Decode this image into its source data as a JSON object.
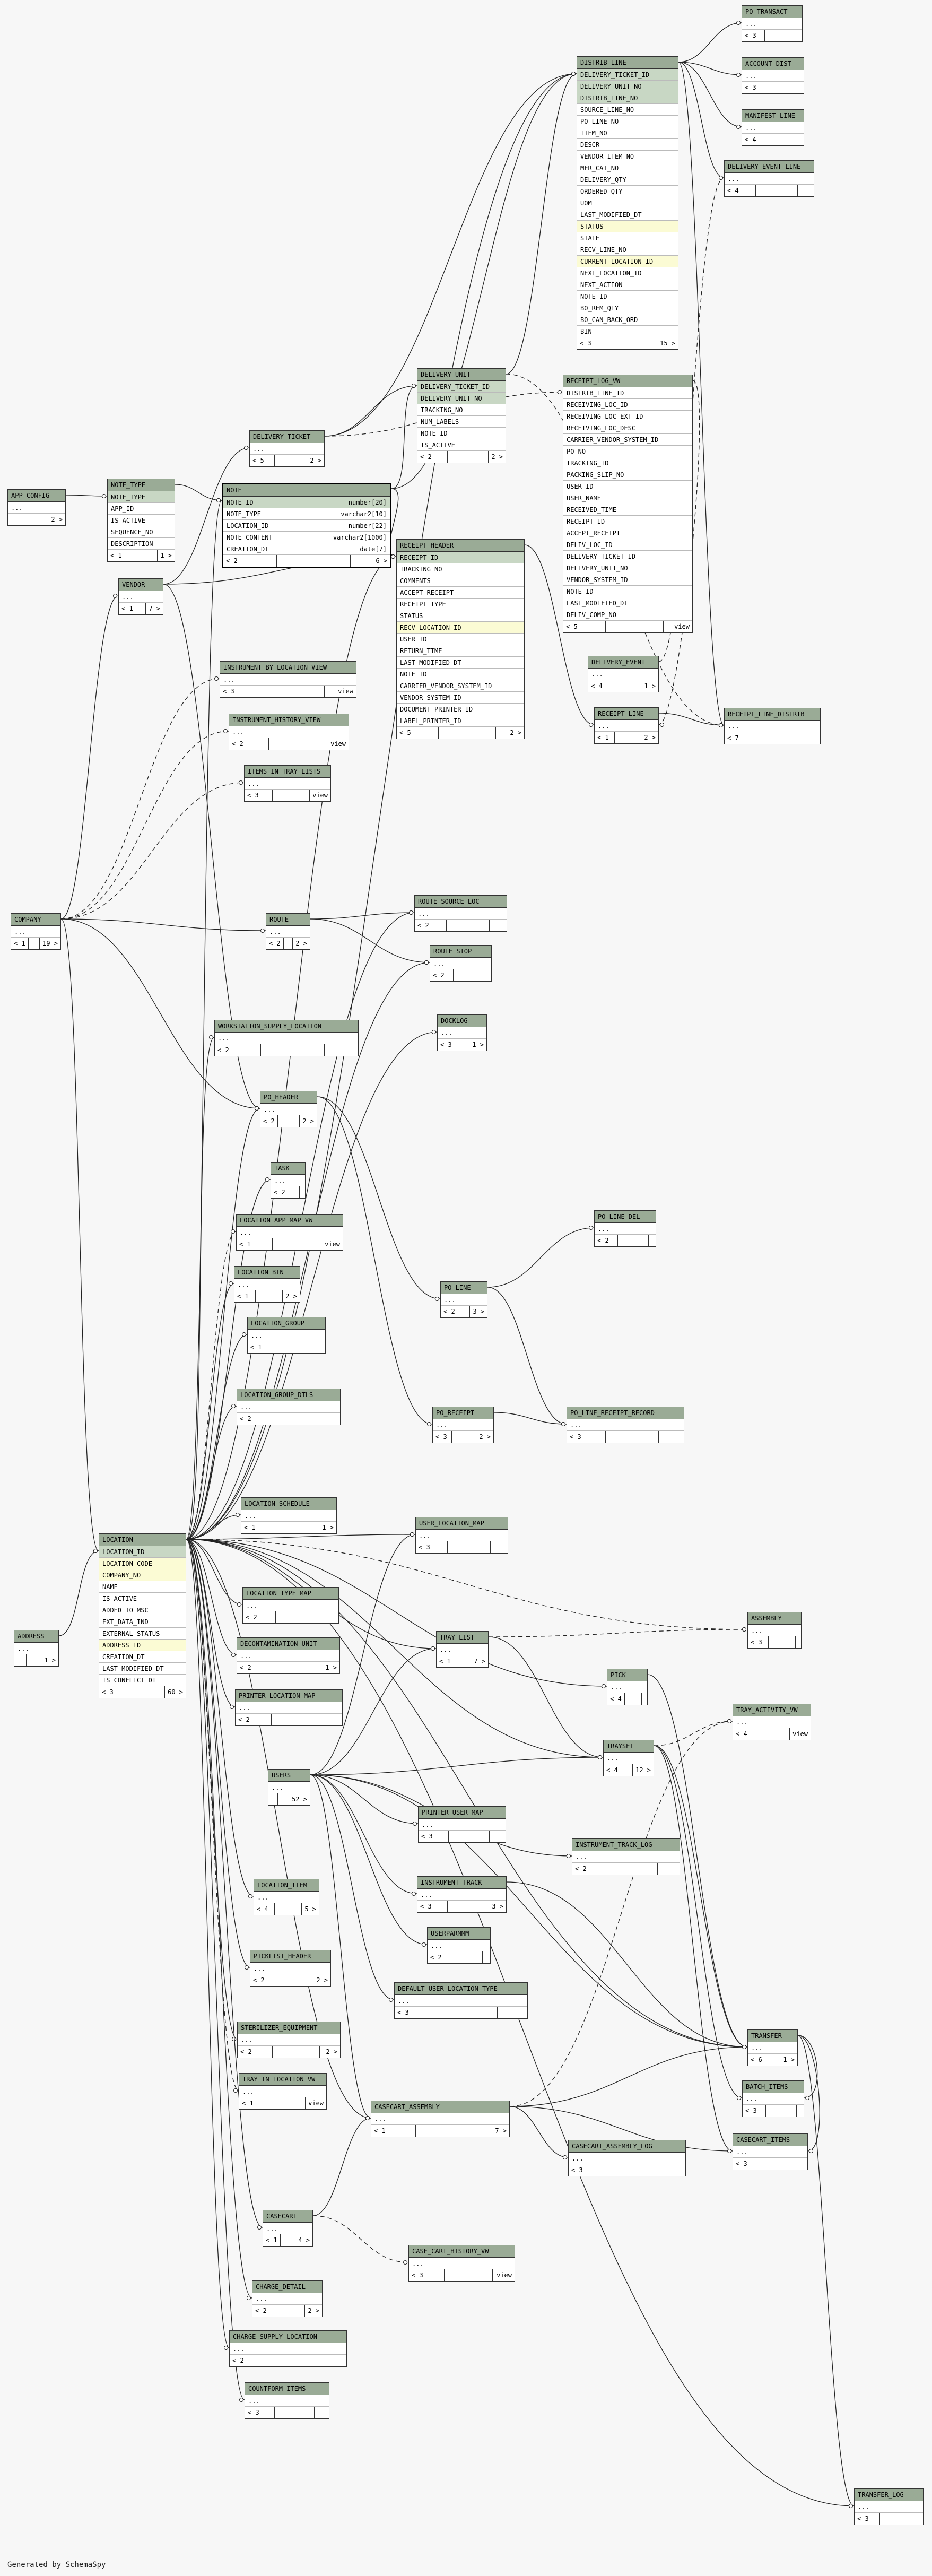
{
  "footer": "Generated by SchemaSpy",
  "tables": [
    {
      "id": "PO_TRANSACT",
      "cols": [
        "..."
      ],
      "footer": [
        "< 3",
        "",
        ""
      ]
    },
    {
      "id": "ACCOUNT_DIST",
      "cols": [
        "..."
      ],
      "footer": [
        "< 3",
        "",
        ""
      ]
    },
    {
      "id": "MANIFEST_LINE",
      "cols": [
        "..."
      ],
      "footer": [
        "< 4",
        "",
        ""
      ]
    },
    {
      "id": "DELIVERY_EVENT_LINE",
      "cols": [
        "..."
      ],
      "footer": [
        "< 4",
        "",
        ""
      ]
    },
    {
      "id": "DISTRIB_LINE",
      "cols": [
        "DELIVERY_TICKET_ID",
        "DELIVERY_UNIT_NO",
        "DISTRIB_LINE_NO",
        "SOURCE_LINE_NO",
        "PO_LINE_NO",
        "ITEM_NO",
        "DESCR",
        "VENDOR_ITEM_NO",
        "MFR_CAT_NO",
        "DELIVERY_QTY",
        "ORDERED_QTY",
        "UOM",
        "LAST_MODIFIED_DT",
        "STATUS",
        "STATE",
        "RECV_LINE_NO",
        "CURRENT_LOCATION_ID",
        "NEXT_LOCATION_ID",
        "NEXT_ACTION",
        "NOTE_ID",
        "BO_REM_QTY",
        "BO_CAN_BACK_ORD",
        "BIN"
      ],
      "pk": [
        0,
        1,
        2
      ],
      "hl": [
        13,
        16
      ],
      "footer": [
        "< 3",
        "",
        "15 >"
      ]
    },
    {
      "id": "RECEIPT_LOG_VW",
      "cols": [
        "DISTRIB_LINE_ID",
        "RECEIVING_LOC_ID",
        "RECEIVING_LOC_EXT_ID",
        "RECEIVING_LOC_DESC",
        "CARRIER_VENDOR_SYSTEM_ID",
        "PO_NO",
        "TRACKING_ID",
        "PACKING_SLIP_NO",
        "USER_ID",
        "USER_NAME",
        "RECEIVED_TIME",
        "RECEIPT_ID",
        "ACCEPT_RECEIPT",
        "DELIV_LOC_ID",
        "DELIVERY_TICKET_ID",
        "DELIVERY_UNIT_NO",
        "VENDOR_SYSTEM_ID",
        "NOTE_ID",
        "LAST_MODIFIED_DT",
        "DELIV_COMP_NO"
      ],
      "footer": [
        "< 5",
        "",
        "view"
      ]
    },
    {
      "id": "DELIVERY_UNIT",
      "cols": [
        "DELIVERY_TICKET_ID",
        "DELIVERY_UNIT_NO",
        "TRACKING_NO",
        "NUM_LABELS",
        "NOTE_ID",
        "IS_ACTIVE"
      ],
      "pk": [
        0,
        1
      ],
      "hl": [
        1
      ],
      "footer": [
        "< 2",
        "",
        "2 >"
      ]
    },
    {
      "id": "APP_CONFIG",
      "cols": [
        "..."
      ],
      "footer": [
        "",
        "",
        "2 >"
      ]
    },
    {
      "id": "NOTE_TYPE",
      "cols": [
        "NOTE_TYPE",
        "APP_ID",
        "IS_ACTIVE",
        "SEQUENCE_NO",
        "DESCRIPTION"
      ],
      "pk": [
        0
      ],
      "footer": [
        "< 1",
        "",
        "1 >"
      ]
    },
    {
      "id": "DELIVERY_TICKET",
      "cols": [
        "..."
      ],
      "footer": [
        "< 5",
        "",
        "2 >"
      ]
    },
    {
      "id": "NOTE",
      "cols": [
        "NOTE_ID",
        "NOTE_TYPE",
        "LOCATION_ID",
        "NOTE_CONTENT",
        "CREATION_DT"
      ],
      "types": [
        "number[20]",
        "varchar2[10]",
        "number[22]",
        "varchar2[1000]",
        "date[7]"
      ],
      "pk": [
        0
      ],
      "footer": [
        "< 2",
        "",
        "6 >"
      ]
    },
    {
      "id": "RECEIPT_HEADER",
      "cols": [
        "RECEIPT_ID",
        "TRACKING_NO",
        "COMMENTS",
        "ACCEPT_RECEIPT",
        "RECEIPT_TYPE",
        "STATUS",
        "RECV_LOCATION_ID",
        "USER_ID",
        "RETURN_TIME",
        "LAST_MODIFIED_DT",
        "NOTE_ID",
        "CARRIER_VENDOR_SYSTEM_ID",
        "VENDOR_SYSTEM_ID",
        "DOCUMENT_PRINTER_ID",
        "LABEL_PRINTER_ID"
      ],
      "pk": [
        0
      ],
      "hl": [
        6
      ],
      "footer": [
        "< 5",
        "",
        "2 >"
      ]
    },
    {
      "id": "VENDOR",
      "cols": [
        "..."
      ],
      "footer": [
        "< 1",
        "",
        "7 >"
      ]
    },
    {
      "id": "DELIVERY_EVENT",
      "cols": [
        "..."
      ],
      "footer": [
        "< 4",
        "",
        "1 >"
      ]
    },
    {
      "id": "INSTRUMENT_BY_LOCATION_VIEW",
      "cols": [
        "..."
      ],
      "footer": [
        "< 3",
        "",
        "view"
      ]
    },
    {
      "id": "RECEIPT_LINE",
      "cols": [
        "..."
      ],
      "footer": [
        "< 1",
        "",
        "2 >"
      ]
    },
    {
      "id": "RECEIPT_LINE_DISTRIB",
      "cols": [
        "..."
      ],
      "footer": [
        "< 7",
        "",
        ""
      ]
    },
    {
      "id": "INSTRUMENT_HISTORY_VIEW",
      "cols": [
        "..."
      ],
      "footer": [
        "< 2",
        "",
        "view"
      ]
    },
    {
      "id": "ITEMS_IN_TRAY_LISTS",
      "cols": [
        "..."
      ],
      "footer": [
        "< 3",
        "",
        "view"
      ]
    },
    {
      "id": "COMPANY",
      "cols": [
        "..."
      ],
      "footer": [
        "< 1",
        "",
        "19 >"
      ]
    },
    {
      "id": "ROUTE",
      "cols": [
        "..."
      ],
      "footer": [
        "< 2",
        "",
        "2 >"
      ]
    },
    {
      "id": "ROUTE_SOURCE_LOC",
      "cols": [
        "..."
      ],
      "footer": [
        "< 2",
        "",
        ""
      ]
    },
    {
      "id": "ROUTE_STOP",
      "cols": [
        "..."
      ],
      "footer": [
        "< 2",
        "",
        ""
      ]
    },
    {
      "id": "WORKSTATION_SUPPLY_LOCATION",
      "cols": [
        "..."
      ],
      "footer": [
        "< 2",
        "",
        ""
      ]
    },
    {
      "id": "DOCKLOG",
      "cols": [
        "..."
      ],
      "footer": [
        "< 3",
        "",
        "1 >"
      ]
    },
    {
      "id": "PO_HEADER",
      "cols": [
        "..."
      ],
      "footer": [
        "< 2",
        "",
        "2 >"
      ]
    },
    {
      "id": "TASK",
      "cols": [
        "..."
      ],
      "footer": [
        "< 2",
        "",
        ""
      ]
    },
    {
      "id": "PO_LINE_DEL",
      "cols": [
        "..."
      ],
      "footer": [
        "< 2",
        "",
        ""
      ]
    },
    {
      "id": "LOCATION_APP_MAP_VW",
      "cols": [
        "..."
      ],
      "footer": [
        "< 1",
        "",
        "view"
      ]
    },
    {
      "id": "LOCATION_BIN",
      "cols": [
        "..."
      ],
      "footer": [
        "< 1",
        "",
        "2 >"
      ]
    },
    {
      "id": "PO_LINE",
      "cols": [
        "..."
      ],
      "footer": [
        "< 2",
        "",
        "3 >"
      ]
    },
    {
      "id": "LOCATION_GROUP",
      "cols": [
        "..."
      ],
      "footer": [
        "< 1",
        "",
        ""
      ]
    },
    {
      "id": "LOCATION_GROUP_DTLS",
      "cols": [
        "..."
      ],
      "footer": [
        "< 2",
        "",
        ""
      ]
    },
    {
      "id": "PO_RECEIPT",
      "cols": [
        "..."
      ],
      "footer": [
        "< 3",
        "",
        "2 >"
      ]
    },
    {
      "id": "PO_LINE_RECEIPT_RECORD",
      "cols": [
        "..."
      ],
      "footer": [
        "< 3",
        "",
        ""
      ]
    },
    {
      "id": "LOCATION_SCHEDULE",
      "cols": [
        "..."
      ],
      "footer": [
        "< 1",
        "",
        "1 >"
      ]
    },
    {
      "id": "USER_LOCATION_MAP",
      "cols": [
        "..."
      ],
      "footer": [
        "< 3",
        "",
        ""
      ]
    },
    {
      "id": "LOCATION",
      "cols": [
        "LOCATION_ID",
        "LOCATION_CODE",
        "COMPANY_NO",
        "NAME",
        "IS_ACTIVE",
        "ADDED_TO_MSC",
        "EXT_DATA_IND",
        "EXTERNAL_STATUS",
        "ADDRESS_ID",
        "CREATION_DT",
        "LAST_MODIFIED_DT",
        "IS_CONFLICT_DT"
      ],
      "pk": [
        0
      ],
      "hl": [
        1,
        2,
        8
      ],
      "footer": [
        "< 3",
        "",
        "60 >"
      ]
    },
    {
      "id": "ADDRESS",
      "cols": [
        "..."
      ],
      "footer": [
        "",
        "",
        "1 >"
      ]
    },
    {
      "id": "ASSEMBLY",
      "cols": [
        "..."
      ],
      "footer": [
        "< 3",
        "",
        ""
      ]
    },
    {
      "id": "LOCATION_TYPE_MAP",
      "cols": [
        "..."
      ],
      "footer": [
        "< 2",
        "",
        ""
      ]
    },
    {
      "id": "DECONTAMINATION_UNIT",
      "cols": [
        "..."
      ],
      "footer": [
        "< 2",
        "",
        "1 >"
      ]
    },
    {
      "id": "TRAY_LIST",
      "cols": [
        "..."
      ],
      "footer": [
        "< 1",
        "",
        "7 >"
      ]
    },
    {
      "id": "PICK",
      "cols": [
        "..."
      ],
      "footer": [
        "< 4",
        "",
        ""
      ]
    },
    {
      "id": "PRINTER_LOCATION_MAP",
      "cols": [
        "..."
      ],
      "footer": [
        "< 2",
        "",
        ""
      ]
    },
    {
      "id": "TRAY_ACTIVITY_VW",
      "cols": [
        "..."
      ],
      "footer": [
        "< 4",
        "",
        "view"
      ]
    },
    {
      "id": "TRAYSET",
      "cols": [
        "..."
      ],
      "footer": [
        "< 4",
        "",
        "12 >"
      ]
    },
    {
      "id": "USERS",
      "cols": [
        "..."
      ],
      "footer": [
        "",
        "",
        "52 >"
      ]
    },
    {
      "id": "PRINTER_USER_MAP",
      "cols": [
        "..."
      ],
      "footer": [
        "< 3",
        "",
        ""
      ]
    },
    {
      "id": "INSTRUMENT_TRACK_LOG",
      "cols": [
        "..."
      ],
      "footer": [
        "< 2",
        "",
        ""
      ]
    },
    {
      "id": "LOCATION_ITEM",
      "cols": [
        "..."
      ],
      "footer": [
        "< 4",
        "",
        "5 >"
      ]
    },
    {
      "id": "INSTRUMENT_TRACK",
      "cols": [
        "..."
      ],
      "footer": [
        "< 3",
        "",
        "3 >"
      ]
    },
    {
      "id": "USERPARMMM",
      "cols": [
        "..."
      ],
      "footer": [
        "< 2",
        "",
        ""
      ]
    },
    {
      "id": "PICKLIST_HEADER",
      "cols": [
        "..."
      ],
      "footer": [
        "< 2",
        "",
        "2 >"
      ]
    },
    {
      "id": "DEFAULT_USER_LOCATION_TYPE",
      "cols": [
        "..."
      ],
      "footer": [
        "< 3",
        "",
        ""
      ]
    },
    {
      "id": "STERILIZER_EQUIPMENT",
      "cols": [
        "..."
      ],
      "footer": [
        "< 2",
        "",
        "2 >"
      ]
    },
    {
      "id": "TRANSFER",
      "cols": [
        "..."
      ],
      "footer": [
        "< 6",
        "",
        "1 >"
      ]
    },
    {
      "id": "BATCH_ITEMS",
      "cols": [
        "..."
      ],
      "footer": [
        "< 3",
        "",
        ""
      ]
    },
    {
      "id": "TRAY_IN_LOCATION_VW",
      "cols": [
        "..."
      ],
      "footer": [
        "< 1",
        "",
        "view"
      ]
    },
    {
      "id": "CASECART_ASSEMBLY",
      "cols": [
        "..."
      ],
      "footer": [
        "< 1",
        "",
        "7 >"
      ]
    },
    {
      "id": "CASECART_ITEMS",
      "cols": [
        "..."
      ],
      "footer": [
        "< 3",
        "",
        ""
      ]
    },
    {
      "id": "CASECART_ASSEMBLY_LOG",
      "cols": [
        "..."
      ],
      "footer": [
        "< 3",
        "",
        ""
      ]
    },
    {
      "id": "CASECART",
      "cols": [
        "..."
      ],
      "footer": [
        "< 1",
        "",
        "4 >"
      ]
    },
    {
      "id": "CASE_CART_HISTORY_VW",
      "cols": [
        "..."
      ],
      "footer": [
        "< 3",
        "",
        "view"
      ]
    },
    {
      "id": "CHARGE_DETAIL",
      "cols": [
        "..."
      ],
      "footer": [
        "< 2",
        "",
        "2 >"
      ]
    },
    {
      "id": "CHARGE_SUPPLY_LOCATION",
      "cols": [
        "..."
      ],
      "footer": [
        "< 2",
        "",
        ""
      ]
    },
    {
      "id": "COUNTFORM_ITEMS",
      "cols": [
        "..."
      ],
      "footer": [
        "< 3",
        "",
        ""
      ]
    },
    {
      "id": "TRANSFER_LOG",
      "cols": [
        "..."
      ],
      "footer": [
        "< 3",
        "",
        ""
      ]
    }
  ],
  "relationships": [
    [
      "DELIVERY_TICKET",
      "DISTRIB_LINE",
      "solid"
    ],
    [
      "DELIVERY_UNIT",
      "DISTRIB_LINE",
      "solid"
    ],
    [
      "DISTRIB_LINE",
      "PO_TRANSACT",
      "solid"
    ],
    [
      "DISTRIB_LINE",
      "ACCOUNT_DIST",
      "solid"
    ],
    [
      "DISTRIB_LINE",
      "MANIFEST_LINE",
      "solid"
    ],
    [
      "DISTRIB_LINE",
      "DELIVERY_EVENT_LINE",
      "solid"
    ],
    [
      "DISTRIB_LINE",
      "RECEIPT_LINE_DISTRIB",
      "solid"
    ],
    [
      "DELIVERY_TICKET",
      "DELIVERY_UNIT",
      "solid"
    ],
    [
      "NOTE",
      "DELIVERY_UNIT",
      "solid"
    ],
    [
      "NOTE",
      "DISTRIB_LINE",
      "solid"
    ],
    [
      "NOTE",
      "RECEIPT_HEADER",
      "solid"
    ],
    [
      "NOTE_TYPE",
      "NOTE",
      "solid"
    ],
    [
      "APP_CONFIG",
      "NOTE_TYPE",
      "solid"
    ],
    [
      "RECEIPT_HEADER",
      "RECEIPT_LINE",
      "solid"
    ],
    [
      "RECEIPT_LINE",
      "RECEIPT_LINE_DISTRIB",
      "solid"
    ],
    [
      "DELIVERY_EVENT",
      "DELIVERY_EVENT_LINE",
      "dashed"
    ],
    [
      "VENDOR",
      "RECEIPT_HEADER",
      "solid"
    ],
    [
      "VENDOR",
      "DELIVERY_TICKET",
      "solid"
    ],
    [
      "VENDOR",
      "PO_HEADER",
      "solid"
    ],
    [
      "LOCATION",
      "RECEIPT_HEADER",
      "solid"
    ],
    [
      "LOCATION",
      "NOTE",
      "solid"
    ],
    [
      "LOCATION",
      "DISTRIB_LINE",
      "solid"
    ],
    [
      "COMPANY",
      "LOCATION",
      "solid"
    ],
    [
      "COMPANY",
      "ROUTE",
      "solid"
    ],
    [
      "COMPANY",
      "PO_HEADER",
      "solid"
    ],
    [
      "COMPANY",
      "VENDOR",
      "solid"
    ],
    [
      "COMPANY",
      "INSTRUMENT_BY_LOCATION_VIEW",
      "dashed"
    ],
    [
      "COMPANY",
      "INSTRUMENT_HISTORY_VIEW",
      "dashed"
    ],
    [
      "COMPANY",
      "ITEMS_IN_TRAY_LISTS",
      "dashed"
    ],
    [
      "ROUTE",
      "ROUTE_SOURCE_LOC",
      "solid"
    ],
    [
      "ROUTE",
      "ROUTE_STOP",
      "solid"
    ],
    [
      "LOCATION",
      "ROUTE_SOURCE_LOC",
      "solid"
    ],
    [
      "LOCATION",
      "ROUTE_STOP",
      "solid"
    ],
    [
      "LOCATION",
      "WORKSTATION_SUPPLY_LOCATION",
      "solid"
    ],
    [
      "LOCATION",
      "DOCKLOG",
      "solid"
    ],
    [
      "LOCATION",
      "PO_HEADER",
      "solid"
    ],
    [
      "LOCATION",
      "TASK",
      "solid"
    ],
    [
      "PO_HEADER",
      "PO_LINE",
      "solid"
    ],
    [
      "PO_HEADER",
      "PO_RECEIPT",
      "solid"
    ],
    [
      "PO_LINE",
      "PO_LINE_DEL",
      "solid"
    ],
    [
      "PO_LINE",
      "PO_LINE_RECEIPT_RECORD",
      "solid"
    ],
    [
      "PO_RECEIPT",
      "PO_LINE_RECEIPT_RECORD",
      "solid"
    ],
    [
      "LOCATION",
      "LOCATION_APP_MAP_VW",
      "dashed"
    ],
    [
      "LOCATION",
      "LOCATION_BIN",
      "solid"
    ],
    [
      "LOCATION",
      "LOCATION_GROUP",
      "solid"
    ],
    [
      "LOCATION",
      "LOCATION_GROUP_DTLS",
      "solid"
    ],
    [
      "LOCATION",
      "LOCATION_SCHEDULE",
      "solid"
    ],
    [
      "LOCATION",
      "USER_LOCATION_MAP",
      "solid"
    ],
    [
      "ADDRESS",
      "LOCATION",
      "solid"
    ],
    [
      "LOCATION",
      "LOCATION_TYPE_MAP",
      "solid"
    ],
    [
      "LOCATION",
      "DECONTAMINATION_UNIT",
      "solid"
    ],
    [
      "LOCATION",
      "TRAY_LIST",
      "solid"
    ],
    [
      "LOCATION",
      "PICK",
      "solid"
    ],
    [
      "LOCATION",
      "PRINTER_LOCATION_MAP",
      "solid"
    ],
    [
      "LOCATION",
      "TRAYSET",
      "solid"
    ],
    [
      "LOCATION",
      "ASSEMBLY",
      "dashed"
    ],
    [
      "TRAYSET",
      "TRAY_ACTIVITY_VW",
      "dashed"
    ],
    [
      "TRAY_LIST",
      "TRAYSET",
      "solid"
    ],
    [
      "USERS",
      "PRINTER_USER_MAP",
      "solid"
    ],
    [
      "USERS",
      "INSTRUMENT_TRACK_LOG",
      "solid"
    ],
    [
      "USERS",
      "INSTRUMENT_TRACK",
      "solid"
    ],
    [
      "USERS",
      "USERPARMMM",
      "solid"
    ],
    [
      "USERS",
      "DEFAULT_USER_LOCATION_TYPE",
      "solid"
    ],
    [
      "USERS",
      "USER_LOCATION_MAP",
      "solid"
    ],
    [
      "USERS",
      "TRAYSET",
      "solid"
    ],
    [
      "USERS",
      "TRAY_LIST",
      "solid"
    ],
    [
      "USERS",
      "CASECART_ASSEMBLY",
      "solid"
    ],
    [
      "USERS",
      "TRANSFER",
      "solid"
    ],
    [
      "LOCATION",
      "LOCATION_ITEM",
      "solid"
    ],
    [
      "LOCATION",
      "PICKLIST_HEADER",
      "solid"
    ],
    [
      "LOCATION",
      "STERILIZER_EQUIPMENT",
      "solid"
    ],
    [
      "LOCATION",
      "TRAY_IN_LOCATION_VW",
      "dashed"
    ],
    [
      "LOCATION",
      "CASECART_ASSEMBLY",
      "solid"
    ],
    [
      "LOCATION",
      "CASECART",
      "solid"
    ],
    [
      "LOCATION",
      "CHARGE_DETAIL",
      "solid"
    ],
    [
      "LOCATION",
      "CHARGE_SUPPLY_LOCATION",
      "solid"
    ],
    [
      "LOCATION",
      "COUNTFORM_ITEMS",
      "solid"
    ],
    [
      "LOCATION",
      "TRANSFER",
      "solid"
    ],
    [
      "LOCATION",
      "TRANSFER_LOG",
      "solid"
    ],
    [
      "TRANSFER",
      "BATCH_ITEMS",
      "solid"
    ],
    [
      "TRANSFER",
      "CASECART_ITEMS",
      "solid"
    ],
    [
      "TRANSFER",
      "TRANSFER_LOG",
      "solid"
    ],
    [
      "CASECART_ASSEMBLY",
      "CASECART_ITEMS",
      "solid"
    ],
    [
      "CASECART_ASSEMBLY",
      "CASECART_ASSEMBLY_LOG",
      "solid"
    ],
    [
      "CASECART_ASSEMBLY",
      "TRANSFER",
      "solid"
    ],
    [
      "CASECART",
      "CASE_CART_HISTORY_VW",
      "dashed"
    ],
    [
      "CASECART",
      "CASECART_ASSEMBLY",
      "solid"
    ],
    [
      "TRAYSET",
      "TRANSFER",
      "solid"
    ],
    [
      "TRAYSET",
      "BATCH_ITEMS",
      "solid"
    ],
    [
      "TRAYSET",
      "CASECART_ITEMS",
      "solid"
    ],
    [
      "PICK",
      "TRANSFER",
      "solid"
    ],
    [
      "INSTRUMENT_TRACK",
      "TRANSFER",
      "solid"
    ],
    [
      "RECEIPT_LOG_VW",
      "RECEIPT_LINE",
      "dashed"
    ],
    [
      "DELIVERY_UNIT",
      "RECEIPT_LINE_DISTRIB",
      "dashed"
    ],
    [
      "DELIVERY_TICKET",
      "RECEIPT_LOG_VW",
      "dashed"
    ],
    [
      "TRAY_LIST",
      "ASSEMBLY",
      "dashed"
    ],
    [
      "CASECART_ASSEMBLY",
      "TRAY_ACTIVITY_VW",
      "dashed"
    ]
  ]
}
